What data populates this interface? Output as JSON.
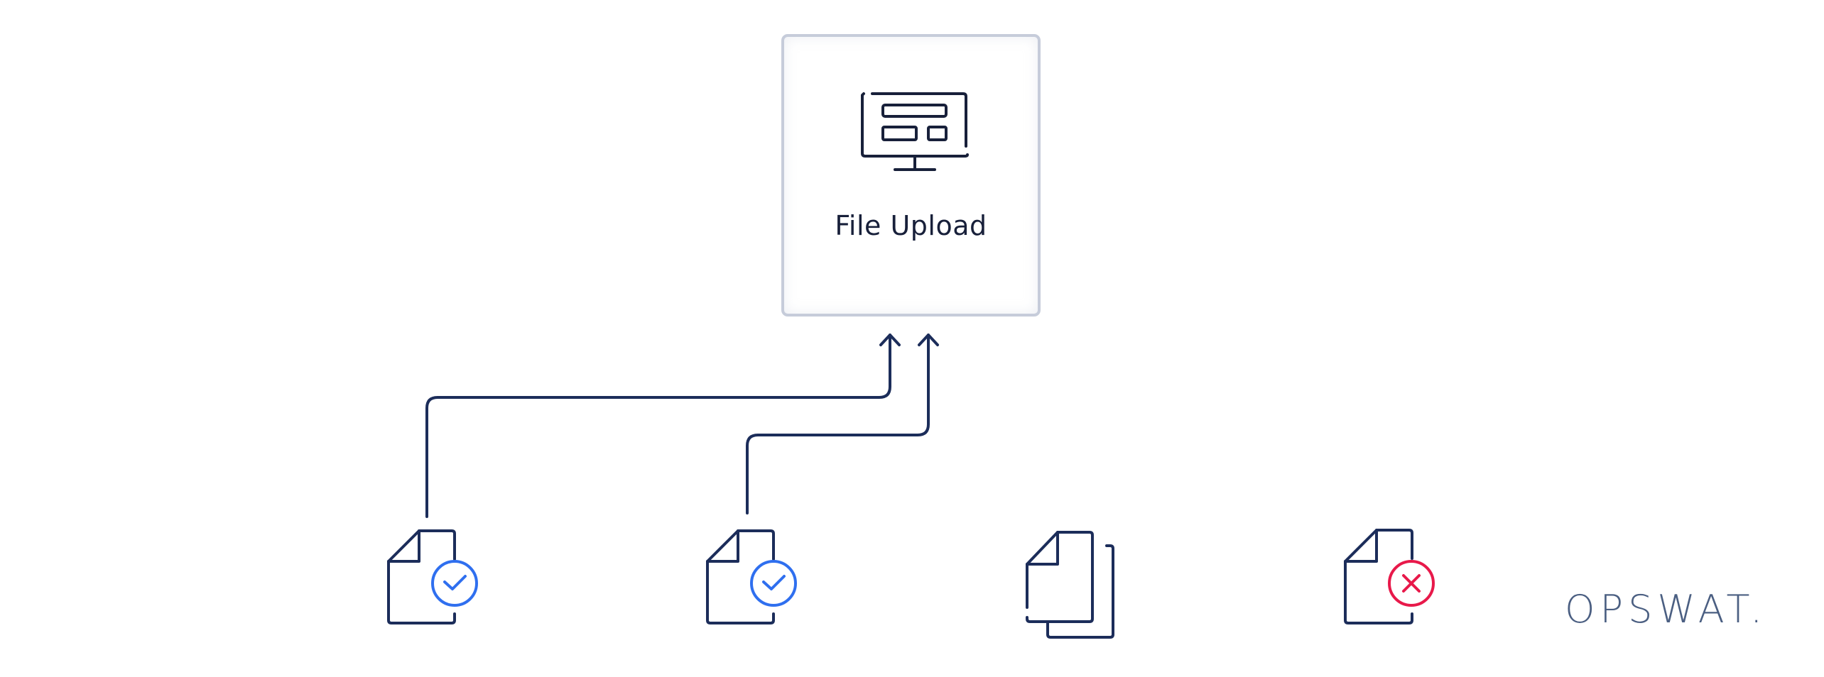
{
  "diagram": {
    "target_node": {
      "label": "File Upload",
      "icon": "monitor-dashboard-icon"
    },
    "files": [
      {
        "id": "file-1",
        "icon": "document-icon",
        "status": "allowed",
        "status_icon": "check-circle-icon",
        "connected": true
      },
      {
        "id": "file-2",
        "icon": "document-icon",
        "status": "allowed",
        "status_icon": "check-circle-icon",
        "connected": true
      },
      {
        "id": "file-3",
        "icon": "documents-stack-icon",
        "status": "pending",
        "status_icon": null,
        "connected": false
      },
      {
        "id": "file-4",
        "icon": "document-icon",
        "status": "blocked",
        "status_icon": "x-circle-icon",
        "connected": false
      }
    ],
    "connectors": [
      {
        "from": "file-1",
        "to": "File Upload",
        "type": "arrow"
      },
      {
        "from": "file-2",
        "to": "File Upload",
        "type": "arrow"
      }
    ]
  },
  "brand": {
    "logo_text": "OPSWAT."
  },
  "colors": {
    "line": "#1c2d5a",
    "allowed": "#2f6fef",
    "blocked": "#e8194a",
    "box_border": "#c6ccda",
    "text": "#18203a",
    "logo": "#4b5f82"
  }
}
